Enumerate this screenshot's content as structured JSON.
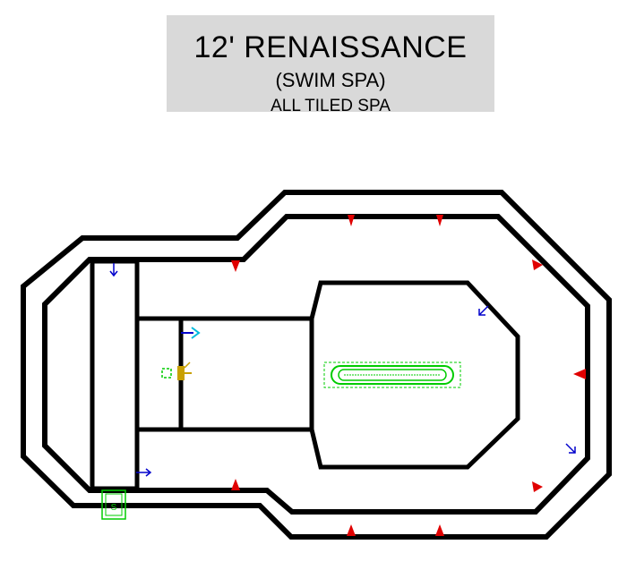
{
  "title": {
    "line1": "12' RENAISSANCE",
    "line2": "(SWIM SPA)",
    "line3": "ALL TILED SPA"
  },
  "colors": {
    "outline": "#000000",
    "return_jet": "#e00000",
    "skimmer": "#00cc00",
    "flow_arrow": "#0000cc",
    "title_bg": "#d9d9d9"
  },
  "skimmer_label": "S",
  "icons": [
    "return-jet-icon",
    "main-drain-icon",
    "skimmer-icon",
    "flow-arrow-icon",
    "light-fixture-icon"
  ]
}
